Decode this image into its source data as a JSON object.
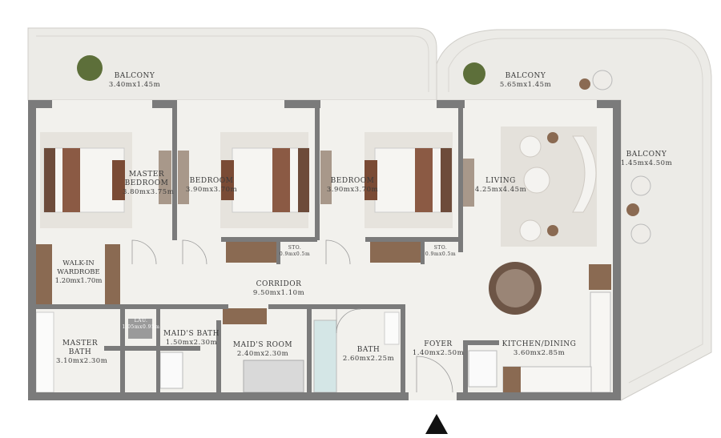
{
  "rooms": {
    "balcony_left": {
      "name": "BALCONY",
      "dim": "3.40mx1.45m"
    },
    "balcony_right": {
      "name": "BALCONY",
      "dim": "5.65mx1.45m"
    },
    "balcony_side": {
      "name": "BALCONY",
      "dim": "1.45mx4.50m"
    },
    "master_bedroom": {
      "name": "MASTER BEDROOM",
      "dim": "3.80mx3.75m"
    },
    "bedroom_1": {
      "name": "BEDROOM",
      "dim": "3.90mx3.70m"
    },
    "bedroom_2": {
      "name": "BEDROOM",
      "dim": "3.90mx3.70m"
    },
    "living": {
      "name": "LIVING",
      "dim": "4.25mx4.45m"
    },
    "storage_1": {
      "name": "STO.",
      "dim": "0.9mx0.5m"
    },
    "storage_2": {
      "name": "STO.",
      "dim": "0.9mx0.5m"
    },
    "walk_in_wardrobe": {
      "name": "WALK-IN WARDROBE",
      "dim": "1.20mx1.70m"
    },
    "corridor": {
      "name": "CORRIDOR",
      "dim": "9.50mx1.10m"
    },
    "laundry": {
      "name": "LAU.",
      "dim": "1.05mx0.95m"
    },
    "maids_bath": {
      "name": "MAID'S BATH",
      "dim": "1.50mx2.30m"
    },
    "maids_room": {
      "name": "MAID'S ROOM",
      "dim": "2.40mx2.30m"
    },
    "master_bath": {
      "name": "MASTER BATH",
      "dim": "3.10mx2.30m"
    },
    "bath": {
      "name": "BATH",
      "dim": "2.60mx2.25m"
    },
    "foyer": {
      "name": "FOYER",
      "dim": "1.40mx2.50m"
    },
    "kitchen_dining": {
      "name": "KITCHEN/DINING",
      "dim": "3.60mx2.85m"
    }
  },
  "north_arrow": "north-arrow-icon",
  "colors": {
    "wall": "#7b7b7b",
    "floor": "#f1f0ec",
    "balcony": "#ecebe7",
    "wood": "#8a6a52",
    "bed_throw": "#8b5a44"
  }
}
